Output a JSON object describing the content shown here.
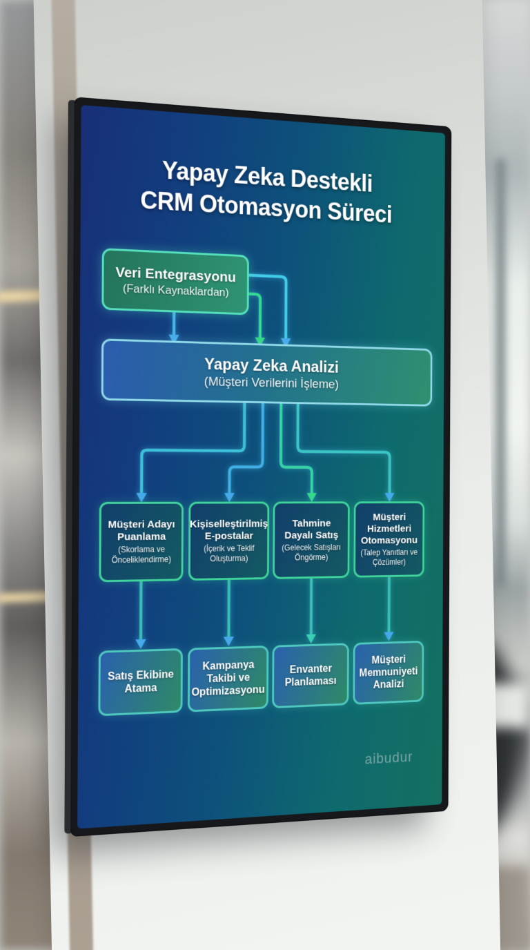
{
  "title": {
    "line1": "Yapay Zeka Destekli",
    "line2": "CRM Otomasyon Süreci"
  },
  "flow": {
    "root": {
      "title": "Veri Entegrasyonu",
      "subtitle": "(Farklı Kaynaklardan)"
    },
    "analysis": {
      "title": "Yapay Zeka Analizi",
      "subtitle": "(Müşteri Verilerini İşleme)"
    },
    "branches": [
      {
        "title": "Müşteri Adayı Puanlama",
        "subtitle": "(Skorlama ve Önceliklendirme)"
      },
      {
        "title": "Kişiselleştirilmiş E-postalar",
        "subtitle": "(İçerik ve Teklif Oluşturma)"
      },
      {
        "title": "Tahmine Dayalı Satış",
        "subtitle": "(Gelecek Satışları Öngörme)"
      },
      {
        "title": "Müşteri Hizmetleri Otomasyonu",
        "subtitle": "(Talep Yanıtları ve Çözümler)"
      }
    ],
    "outcomes": [
      {
        "title": "Satış Ekibine Atama"
      },
      {
        "title": "Kampanya Takibi ve Optimizasyonu"
      },
      {
        "title": "Envanter Planlaması"
      },
      {
        "title": "Müşteri Memnuniyeti Analizi"
      }
    ]
  },
  "watermark": "aibudur",
  "colors": {
    "screen_gradient_left": "#16327a",
    "screen_gradient_right": "#12735f",
    "root_box_fill": "#2f9474",
    "root_box_border": "#55e0bd",
    "analysis_box_border": "#8fd9e8",
    "branch_box_border": "#40d49c",
    "outcome_box_border": "#4fc9c0",
    "arrow_blue": "#47a9ec",
    "arrow_green": "#33da92",
    "arrow_cyan": "#41cbe8",
    "bezel": "#17181b",
    "watermark_color": "#7ba5a6"
  }
}
